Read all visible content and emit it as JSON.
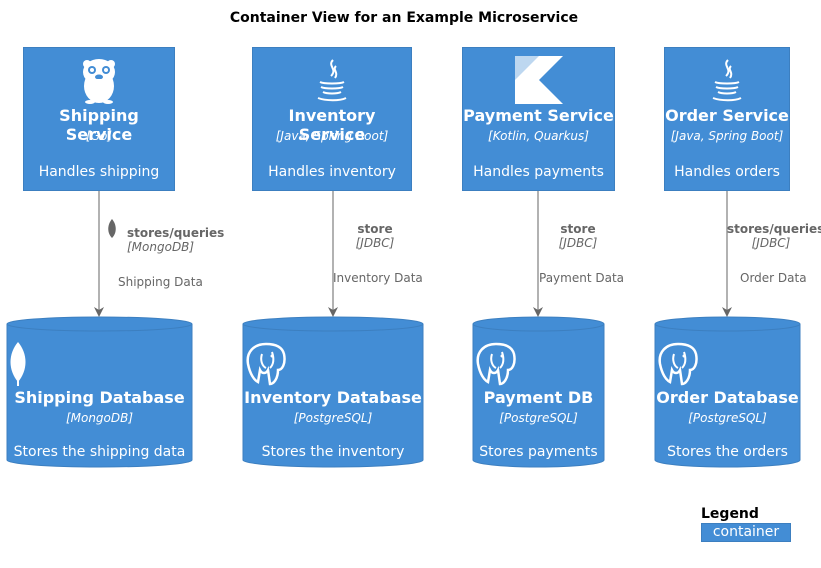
{
  "title": "Container View for an Example Microservice",
  "containers": [
    {
      "name": "Shipping Service",
      "tech": "[Go]",
      "desc": "Handles shipping",
      "icon": "go-gopher-icon"
    },
    {
      "name": "Inventory Service",
      "tech": "[Java, Spring Boot]",
      "desc": "Handles inventory",
      "icon": "java-icon"
    },
    {
      "name": "Payment Service",
      "tech": "[Kotlin, Quarkus]",
      "desc": "Handles payments",
      "icon": "kotlin-icon"
    },
    {
      "name": "Order Service",
      "tech": "[Java, Spring Boot]",
      "desc": "Handles orders",
      "icon": "java-icon"
    }
  ],
  "databases": [
    {
      "name": "Shipping Database",
      "tech": "[MongoDB]",
      "desc": "Stores the shipping data",
      "icon": "mongodb-leaf-icon"
    },
    {
      "name": "Inventory Database",
      "tech": "[PostgreSQL]",
      "desc": "Stores the inventory",
      "icon": "postgresql-elephant-icon"
    },
    {
      "name": "Payment DB",
      "tech": "[PostgreSQL]",
      "desc": "Stores payments",
      "icon": "postgresql-elephant-icon"
    },
    {
      "name": "Order Database",
      "tech": "[PostgreSQL]",
      "desc": "Stores the orders",
      "icon": "postgresql-elephant-icon"
    }
  ],
  "relations": [
    {
      "label": "stores/queries",
      "tech": "[MongoDB]",
      "data": "Shipping Data",
      "icon": "mongodb-leaf-icon"
    },
    {
      "label": "store",
      "tech": "[JDBC]",
      "data": "Inventory Data"
    },
    {
      "label": "store",
      "tech": "[JDBC]",
      "data": "Payment Data"
    },
    {
      "label": "stores/queries",
      "tech": "[JDBC]",
      "data": "Order Data"
    }
  ],
  "legend": {
    "title": "Legend",
    "items": [
      "container"
    ]
  },
  "colors": {
    "container": "#438DD5",
    "border": "#3C7FC0",
    "arrow": "#666666"
  }
}
